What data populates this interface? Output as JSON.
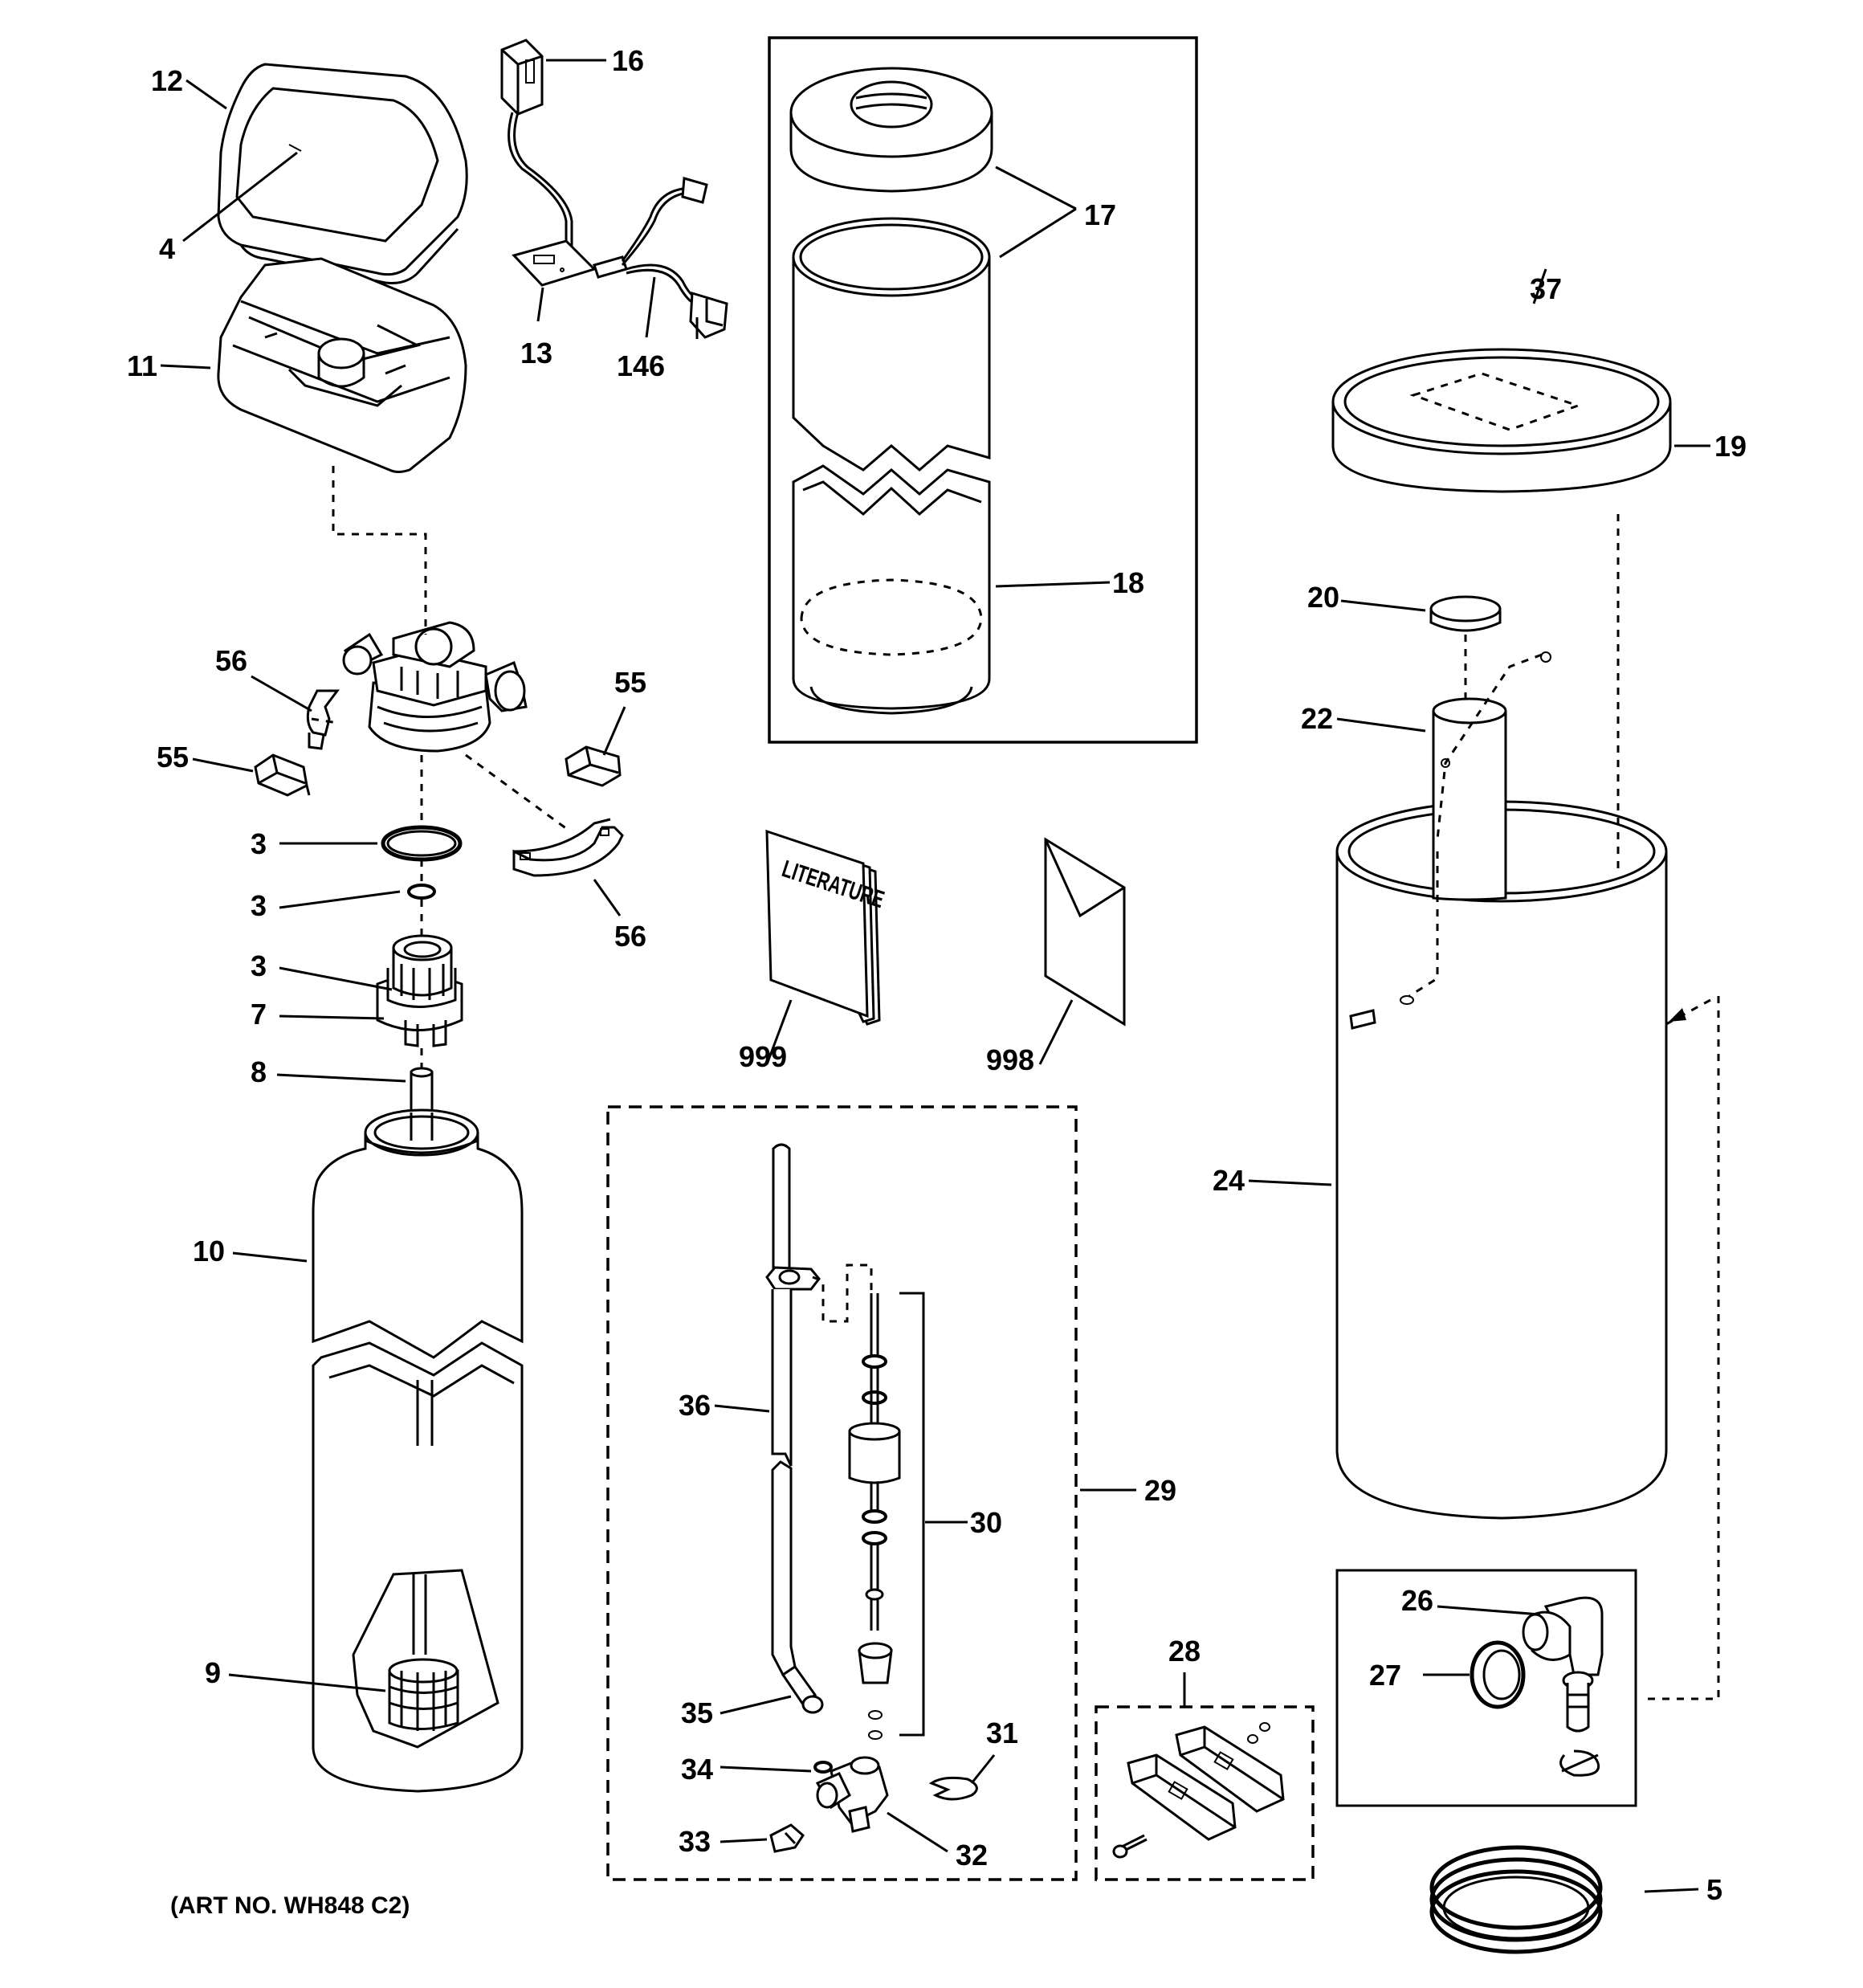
{
  "diagram": {
    "caption": "(ART NO. WH848 C2)",
    "literature_text": "LITERATURE",
    "labels": {
      "p12": "12",
      "p4": "4",
      "p11": "11",
      "p16": "16",
      "p13": "13",
      "p146": "146",
      "p17": "17",
      "p18": "18",
      "p37": "37",
      "p19": "19",
      "p20": "20",
      "p22": "22",
      "p24": "24",
      "p56a": "56",
      "p55a": "55",
      "p55b": "55",
      "p56b": "56",
      "p3a": "3",
      "p3b": "3",
      "p3c": "3",
      "p7": "7",
      "p8": "8",
      "p10": "10",
      "p9": "9",
      "p999": "999",
      "p998": "998",
      "p36": "36",
      "p30": "30",
      "p29": "29",
      "p35": "35",
      "p34": "34",
      "p33": "33",
      "p31": "31",
      "p32": "32",
      "p28": "28",
      "p26": "26",
      "p27": "27",
      "p5": "5"
    }
  }
}
